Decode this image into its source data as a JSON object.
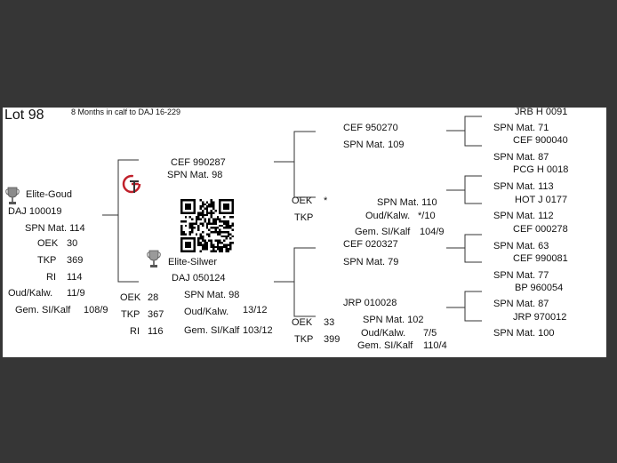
{
  "lot": "Lot 98",
  "note": "8 Months in calf to DAJ 16-229",
  "animal": {
    "award": "Elite-Goud",
    "id": "DAJ 100019",
    "spn": "SPN Mat. 114",
    "oek_label": "OEK",
    "oek": "30",
    "tkp_label": "TKP",
    "tkp": "369",
    "ri_label": "RI",
    "ri": "114",
    "oud_label": "Oud/Kalw.",
    "oud": "11/9",
    "gem_label": "Gem. SI/Kalf",
    "gem": "108/9"
  },
  "sire": {
    "id": "CEF 990287",
    "spn": "SPN Mat. 98"
  },
  "dam": {
    "award": "Elite-Silwer",
    "id": "DAJ 050124",
    "spn": "SPN Mat. 98",
    "oek_label": "OEK",
    "oek": "28",
    "tkp_label": "TKP",
    "tkp": "367",
    "ri_label": "RI",
    "ri": "116",
    "oud_label": "Oud/Kalw.",
    "oud": "13/12",
    "gem_label": "Gem. SI/Kalf",
    "gem": "103/12"
  },
  "ss": {
    "id": "CEF 950270",
    "spn": "SPN Mat. 109"
  },
  "sd": {
    "oek_label": "OEK",
    "oek": "*",
    "tkp_label": "TKP",
    "spn": "SPN Mat. 110",
    "oud_label": "Oud/Kalw.",
    "oud": "*/10",
    "gem_label": "Gem. SI/Kalf",
    "gem": "104/9"
  },
  "ds": {
    "id": "CEF 020327",
    "spn": "SPN Mat. 79"
  },
  "dd": {
    "id": "JRP 010028",
    "oek_label": "OEK",
    "oek": "33",
    "tkp_label": "TKP",
    "tkp": "399",
    "spn": "SPN Mat. 102",
    "oud_label": "Oud/Kalw.",
    "oud": "7/5",
    "gem_label": "Gem. SI/Kalf",
    "gem": "110/4"
  },
  "gen4": [
    "JRB H 0091",
    "SPN Mat. 71",
    "CEF 900040",
    "SPN Mat. 87",
    "PCG H 0018",
    "SPN Mat. 113",
    "HOT J 0177",
    "SPN Mat. 112",
    "CEF 000278",
    "SPN Mat. 63",
    "CEF 990081",
    "SPN Mat. 77",
    "BP  960054",
    "SPN Mat. 87",
    "JRP 970012",
    "SPN Mat. 100"
  ]
}
